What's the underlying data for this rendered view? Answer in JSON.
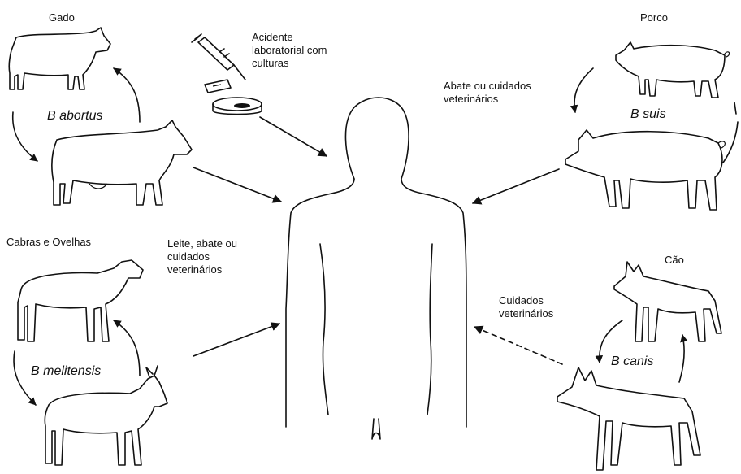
{
  "labels": {
    "cattle": "Gado",
    "pig": "Porco",
    "goats_sheep": "Cabras e Ovelhas",
    "dog": "Cão",
    "lab_accident": [
      "Acidente",
      "laboratorial com",
      "culturas"
    ],
    "pig_route": [
      "Abate ou cuidados",
      "veterinários"
    ],
    "goat_route": [
      "Leite, abate ou",
      "cuidados",
      "veterinários"
    ],
    "dog_route": [
      "Cuidados",
      "veterinários"
    ]
  },
  "species": {
    "abortus": "B abortus",
    "suis": "B suis",
    "melitensis": "B melitensis",
    "canis": "B canis"
  },
  "icons": [
    "cow-icon",
    "pig-icon",
    "sheep-icon",
    "goat-icon",
    "dog-icon",
    "syringe-icon",
    "petri-dish-icon",
    "human-silhouette-icon"
  ],
  "colors": {
    "ink": "#111111",
    "background": "#ffffff"
  }
}
